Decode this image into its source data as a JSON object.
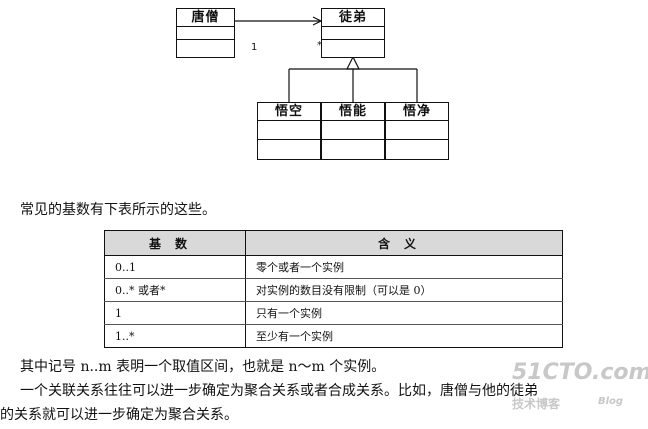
{
  "diagram": {
    "classes": {
      "tang_seng": "唐僧",
      "tudi": "徒弟",
      "wukong": "悟空",
      "wuneng": "悟能",
      "wujing": "悟净"
    },
    "association": {
      "multiplicity_source": "1",
      "multiplicity_target": "*"
    }
  },
  "intro_text": "常见的基数有下表所示的这些。",
  "table": {
    "headers": [
      "基数",
      "含义"
    ],
    "rows": [
      [
        "0..1",
        "零个或者一个实例"
      ],
      [
        "0..*  或者*",
        "对实例的数目没有限制（可以是 0）"
      ],
      [
        "1",
        "只有一个实例"
      ],
      [
        "1..*",
        "至少有一个实例"
      ]
    ]
  },
  "paragraphs": {
    "p1": "其中记号 n..m 表明一个取值区间，也就是 n～m 个实例。",
    "p2": "一个关联关系往往可以进一步确定为聚合关系或者合成关系。比如，唐僧与他的徒弟",
    "p3": "的关系就可以进一步确定为聚合关系。"
  },
  "watermark": {
    "site": "51CTO.com",
    "tagline": "技术博客",
    "tagline_sub": "Blog"
  }
}
